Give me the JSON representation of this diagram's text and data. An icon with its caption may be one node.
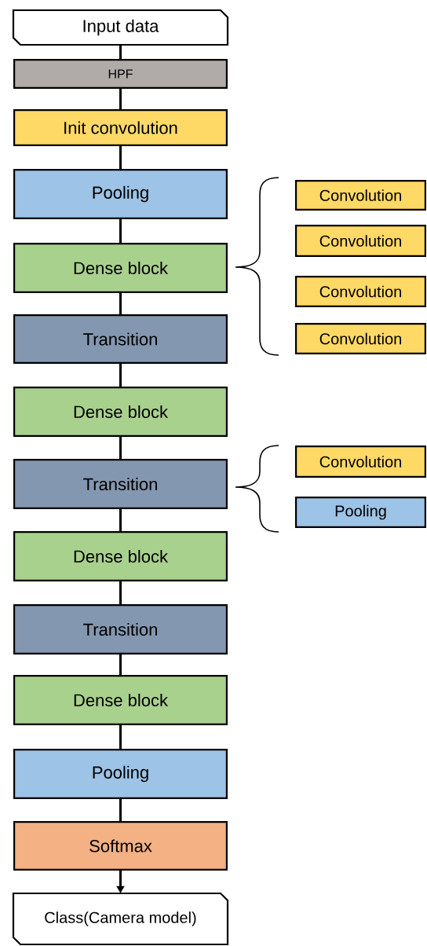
{
  "diagram": {
    "nodes": [
      {
        "text": [
          "Input data"
        ]
      },
      {
        "text": [
          "HPF"
        ]
      },
      {
        "text": [
          "Init convolution"
        ]
      },
      {
        "text": [
          "Pooling"
        ]
      },
      {
        "text": [
          "Dense block"
        ]
      },
      {
        "text": [
          "Transition"
        ]
      },
      {
        "text": [
          "Dense block"
        ]
      },
      {
        "text": [
          "Transition"
        ]
      },
      {
        "text": [
          "Dense block"
        ]
      },
      {
        "text": [
          "Transition"
        ]
      },
      {
        "text": [
          "Dense block"
        ]
      },
      {
        "text": [
          "Pooling"
        ]
      },
      {
        "text": [
          "Softmax"
        ]
      },
      {
        "text": [
          "Class(Camera model)"
        ]
      },
      {
        "text": [
          "Convolution"
        ]
      },
      {
        "text": [
          "Convolution"
        ]
      },
      {
        "text": [
          "Convolution"
        ]
      },
      {
        "text": [
          "Convolution"
        ]
      },
      {
        "text": [
          "Convolution"
        ]
      },
      {
        "text": [
          "Pooling"
        ]
      }
    ],
    "edges": [
      {
        "from": 0,
        "to": 1,
        "arrow": "none"
      },
      {
        "from": 1,
        "to": 2,
        "arrow": "none"
      },
      {
        "from": 2,
        "to": 3,
        "arrow": "none"
      },
      {
        "from": 3,
        "to": 4,
        "arrow": "none"
      },
      {
        "from": 4,
        "to": 5,
        "arrow": "none"
      },
      {
        "from": 5,
        "to": 6,
        "arrow": "none"
      },
      {
        "from": 6,
        "to": 7,
        "arrow": "none"
      },
      {
        "from": 7,
        "to": 8,
        "arrow": "none"
      },
      {
        "from": 8,
        "to": 9,
        "arrow": "none"
      },
      {
        "from": 9,
        "to": 10,
        "arrow": "none"
      },
      {
        "from": 10,
        "to": 11,
        "arrow": "none"
      },
      {
        "from": 11,
        "to": 12,
        "arrow": "none"
      },
      {
        "from": 12,
        "to": 13,
        "arrow": "to"
      }
    ]
  }
}
